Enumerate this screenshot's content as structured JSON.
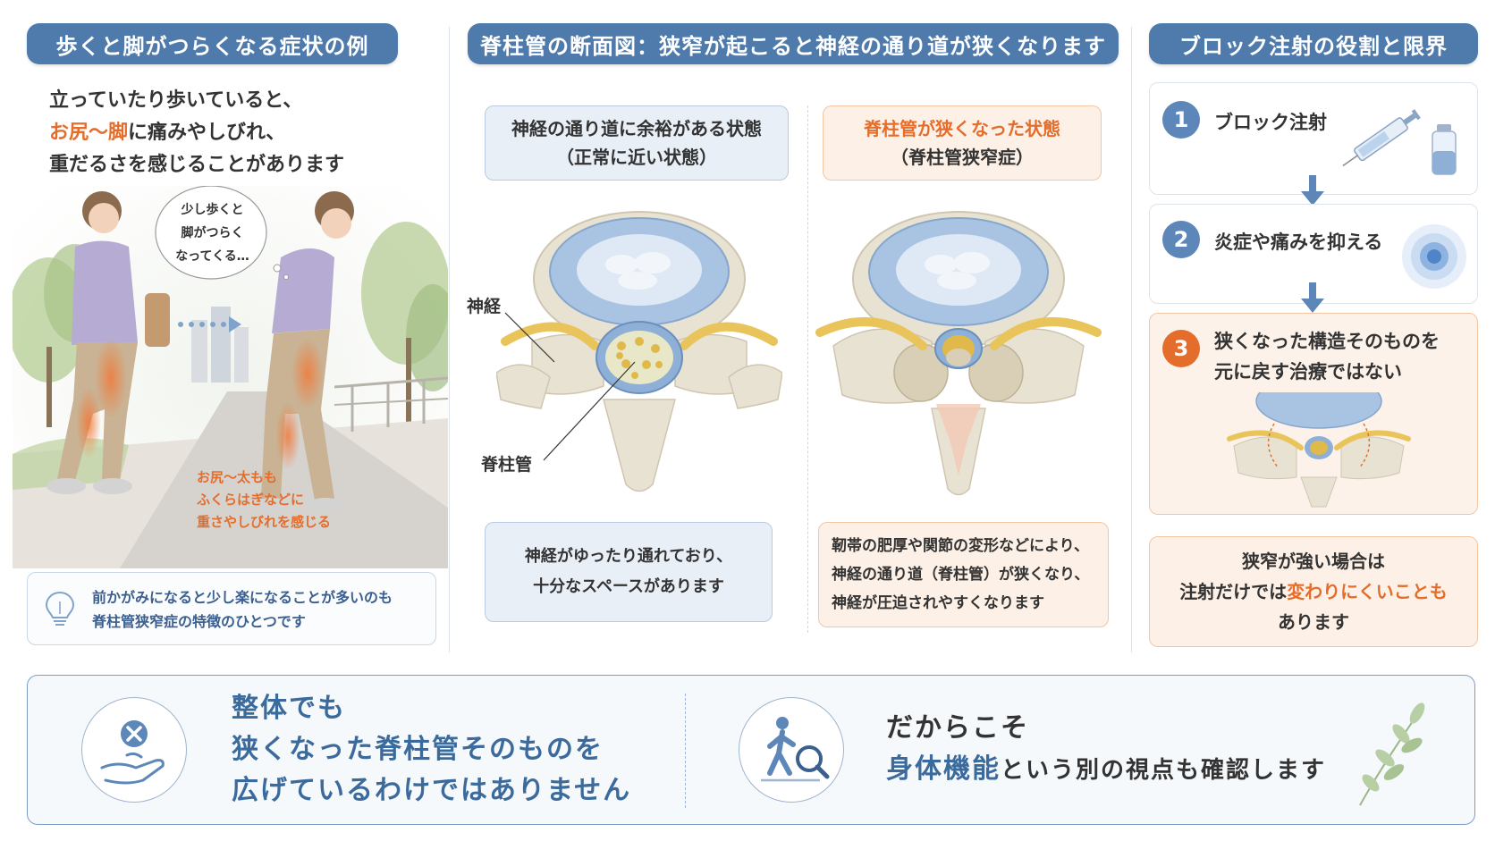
{
  "sections": {
    "left_title": "歩くと脚がつらくなる症状の例",
    "middle_title": "脊柱管の断面図：狭窄が起こると神経の通り道が狭くなります",
    "right_title": "ブロック注射の役割と限界"
  },
  "left": {
    "intro_line1": "立っていたり歩いていると、",
    "intro_highlight": "お尻〜脚",
    "intro_line2_rest": "に痛みやしびれ、",
    "intro_line3": "重だるさを感じることがあります",
    "speech_line1": "少し歩くと",
    "speech_line2": "脚がつらく",
    "speech_line3": "なってくる…",
    "symptom_line1": "お尻〜太もも",
    "symptom_line2": "ふくらはぎなどに",
    "symptom_line3": "重さやしびれを感じる",
    "tip_line1": "前かがみになると少し楽になることが多いのも",
    "tip_line2": "脊柱管狭窄症の特徴のひとつです"
  },
  "middle": {
    "normal_title_line1": "神経の通り道に余裕がある状態",
    "normal_title_line2": "（正常に近い状態）",
    "stenosis_title_line1": "脊柱管が狭くなった状態",
    "stenosis_title_line2": "（脊柱管狭窄症）",
    "label_nerve": "神経",
    "label_canal": "脊柱管",
    "normal_desc_line1": "神経がゆったり通れており、",
    "normal_desc_line2": "十分なスペースがあります",
    "stenosis_desc_line1": "靭帯の肥厚や関節の変形などにより、",
    "stenosis_desc_line2": "神経の通り道（脊柱管）が狭くなり、",
    "stenosis_desc_line3": "神経が圧迫されやすくなります"
  },
  "right": {
    "step1_num": "1",
    "step1_label": "ブロック注射",
    "step2_num": "2",
    "step2_label": "炎症や痛みを抑える",
    "step3_num": "3",
    "step3_line1": "狭くなった構造そのものを",
    "step3_line2": "元に戻す治療ではない",
    "note_line1": "狭窄が強い場合は",
    "note_line2_pre": "注射だけでは",
    "note_line2_highlight": "変わりにくいことも",
    "note_line3": "あります"
  },
  "bottom": {
    "left_line1": "整体でも",
    "left_line2": "狭くなった脊柱管そのものを",
    "left_line3": "広げているわけではありません",
    "right_line1": "だからこそ",
    "right_highlight": "身体機能",
    "right_line2_rest": "という別の視点も確認します"
  },
  "colors": {
    "header_blue": "#4e7aac",
    "accent_orange": "#e46d2b",
    "step_blue": "#5d87b8",
    "nerve_yellow": "#e8c45a",
    "disc_blue": "#a9c3e3"
  },
  "icons": [
    "lightbulb-icon",
    "syringe-icon",
    "vial-icon",
    "target-glow-icon",
    "hand-cross-icon",
    "walking-search-icon",
    "leaf-icon"
  ]
}
